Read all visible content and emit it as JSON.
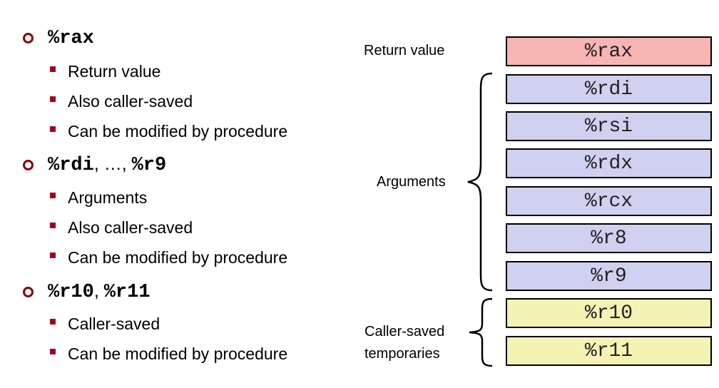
{
  "bullets": [
    {
      "head": [
        {
          "text": "%rax",
          "mono": true
        }
      ],
      "items": [
        "Return value",
        "Also caller-saved",
        "Can be modified by procedure"
      ]
    },
    {
      "head": [
        {
          "text": "%rdi",
          "mono": true
        },
        {
          "text": ", …, ",
          "mono": false
        },
        {
          "text": "%r9",
          "mono": true
        }
      ],
      "items": [
        "Arguments",
        "Also caller-saved",
        "Can be modified by procedure"
      ]
    },
    {
      "head": [
        {
          "text": "%r10",
          "mono": true
        },
        {
          "text": ", ",
          "mono": false
        },
        {
          "text": "%r11",
          "mono": true
        }
      ],
      "items": [
        "Caller-saved",
        "Can be modified by procedure"
      ]
    }
  ],
  "diagram": {
    "labels": {
      "return_value": "Return value",
      "arguments": "Arguments",
      "temporaries_line1": "Caller-saved",
      "temporaries_line2": "temporaries"
    },
    "registers": [
      {
        "name": "%rax",
        "group": "return",
        "color": "#f9b4b4"
      },
      {
        "name": "%rdi",
        "group": "arguments",
        "color": "#d0d0f0"
      },
      {
        "name": "%rsi",
        "group": "arguments",
        "color": "#d0d0f0"
      },
      {
        "name": "%rdx",
        "group": "arguments",
        "color": "#d0d0f0"
      },
      {
        "name": "%rcx",
        "group": "arguments",
        "color": "#d0d0f0"
      },
      {
        "name": "%r8",
        "group": "arguments",
        "color": "#d0d0f0"
      },
      {
        "name": "%r9",
        "group": "arguments",
        "color": "#d0d0f0"
      },
      {
        "name": "%r10",
        "group": "temporaries",
        "color": "#f5f3b4"
      },
      {
        "name": "%r11",
        "group": "temporaries",
        "color": "#f5f3b4"
      }
    ]
  },
  "colors": {
    "bullet_ring": "#8b0000",
    "bullet_square": "#a50021"
  }
}
